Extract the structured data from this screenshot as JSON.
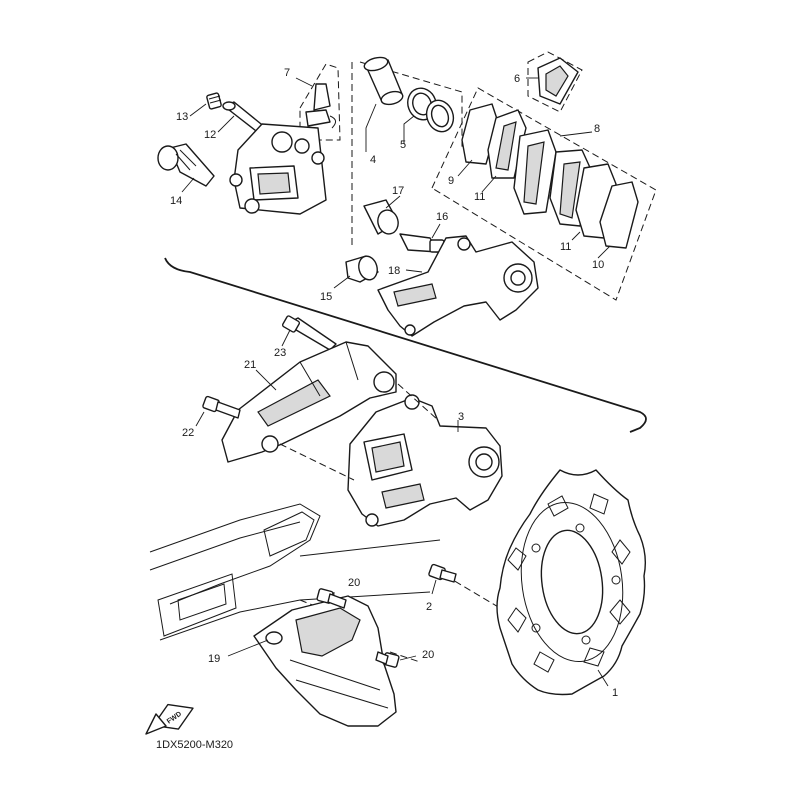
{
  "diagram_code": "1DX5200-M320",
  "fwd_label": "FWD",
  "callouts": {
    "c1": "1",
    "c2": "2",
    "c3": "3",
    "c4": "4",
    "c5": "5",
    "c6": "6",
    "c7": "7",
    "c8": "8",
    "c9": "9",
    "c10": "10",
    "c11a": "11",
    "c11b": "11",
    "c12": "12",
    "c13": "13",
    "c14": "14",
    "c15": "15",
    "c16": "16",
    "c17": "17",
    "c18": "18",
    "c19": "19",
    "c20a": "20",
    "c20b": "20",
    "c21": "21",
    "c22": "22",
    "c23": "23"
  }
}
